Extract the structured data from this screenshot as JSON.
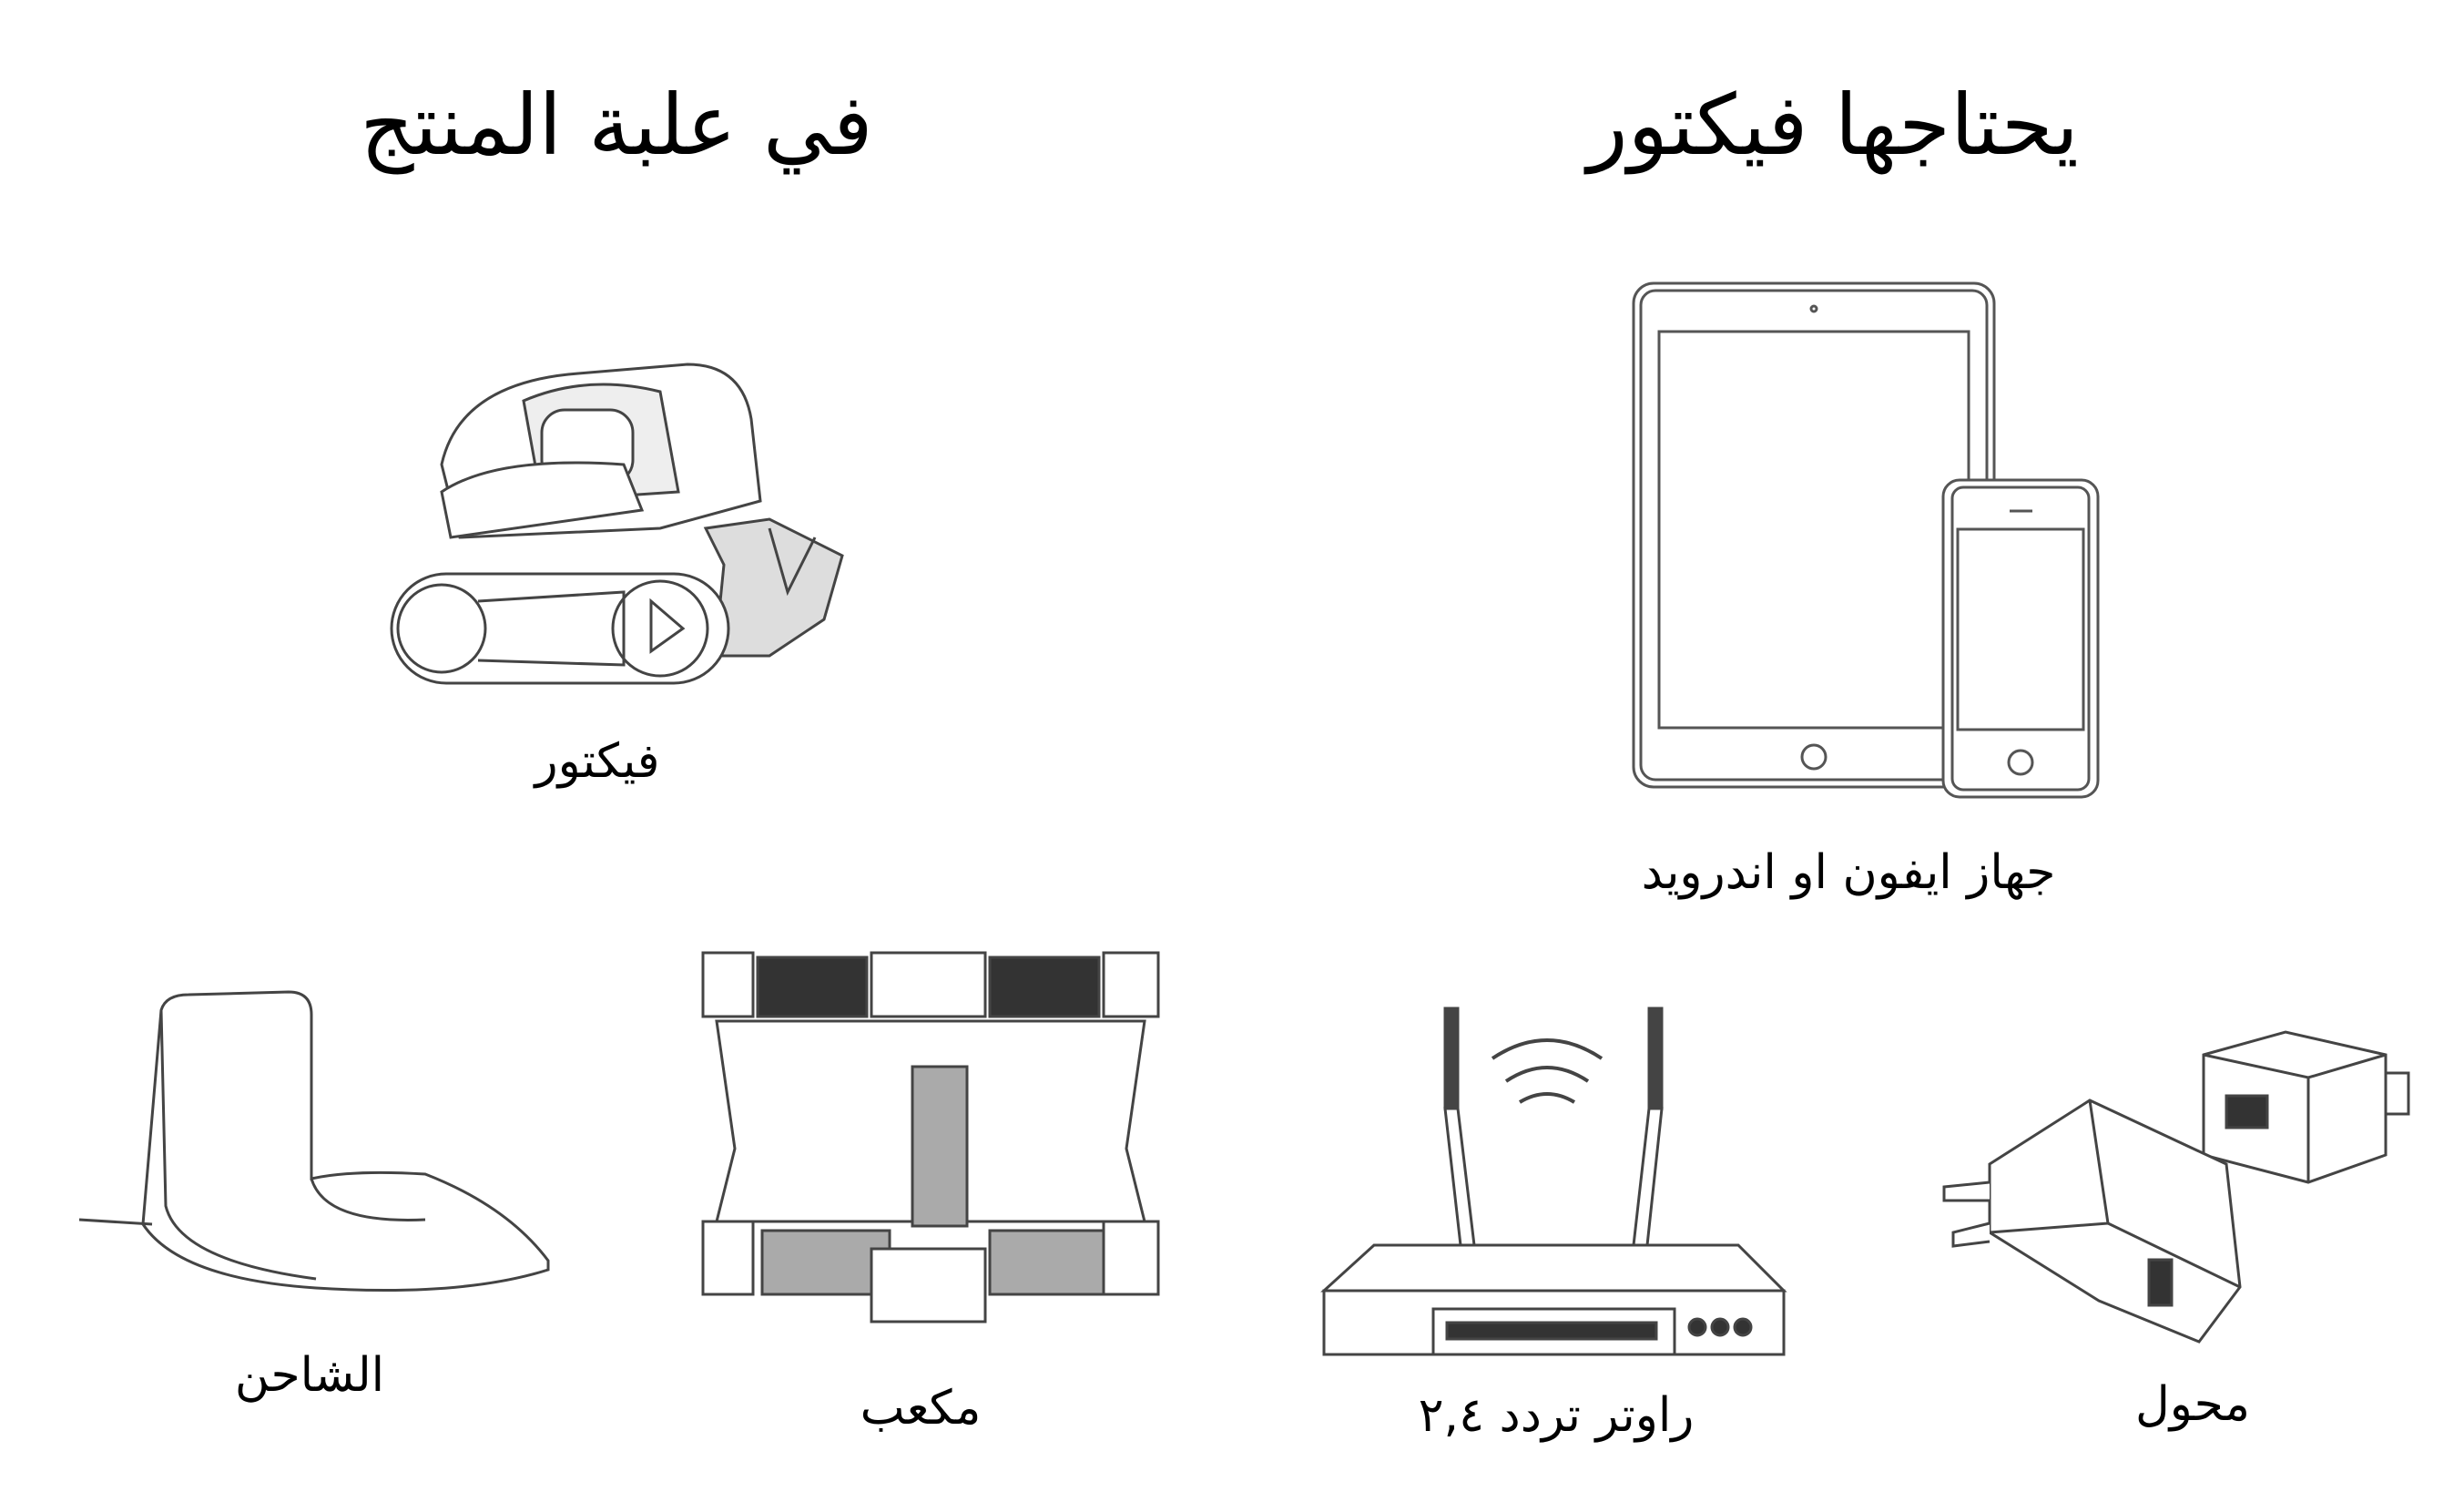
{
  "sections": {
    "needs": {
      "title": "يحتاجها فيكتور"
    },
    "in_box": {
      "title": "في علبة المنتج"
    }
  },
  "items": {
    "phone": {
      "label": "جهاز ايفون او اندرويد",
      "icon": "tablet-phone-icon"
    },
    "router": {
      "label": "راوتر تردد ٢,٤",
      "icon": "router-icon"
    },
    "adapter": {
      "label": "محول",
      "icon": "usb-adapter-icon"
    },
    "vector": {
      "label": "فيكتور",
      "icon": "robot-icon"
    },
    "cube": {
      "label": "مكعب",
      "icon": "cube-icon"
    },
    "charger": {
      "label": "الشاحن",
      "icon": "charger-icon"
    }
  }
}
